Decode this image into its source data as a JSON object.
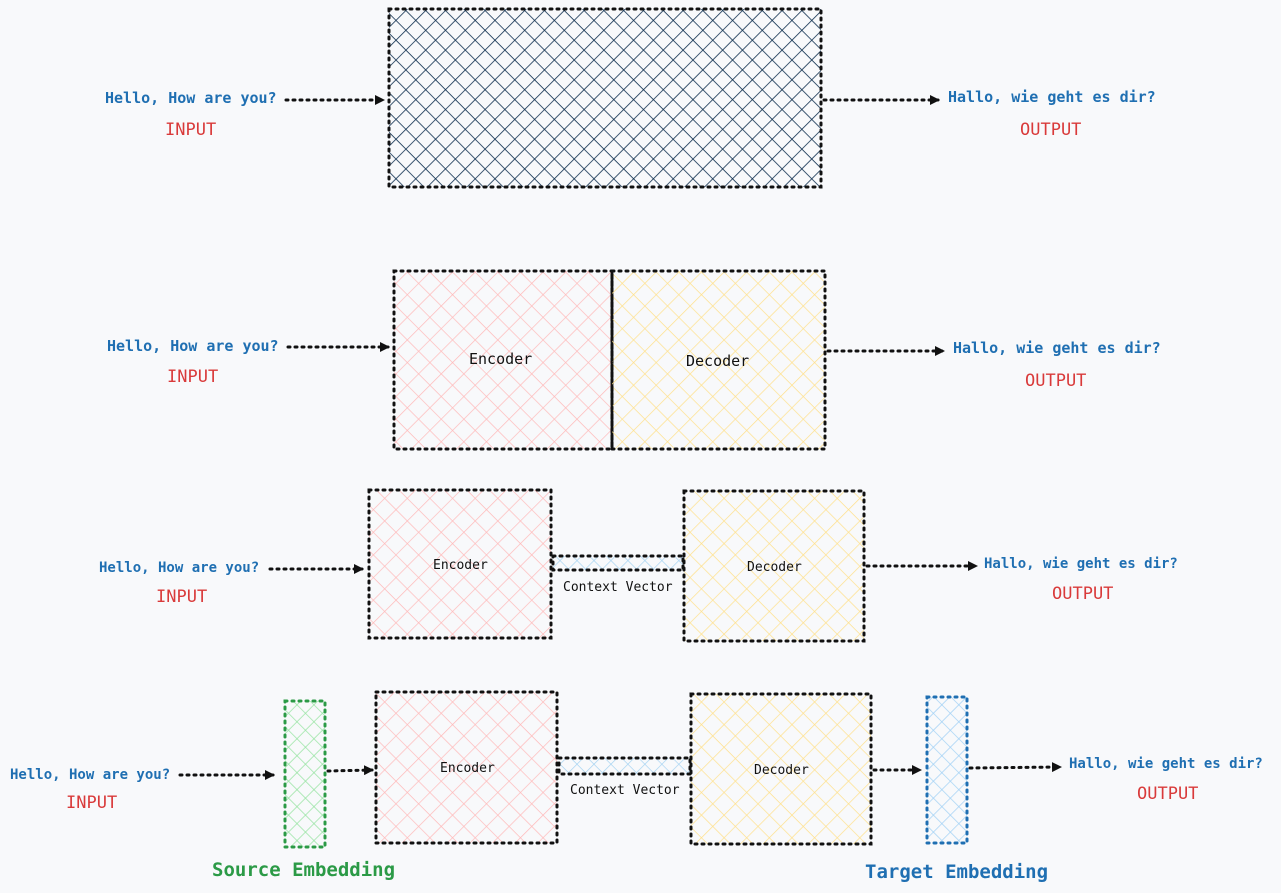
{
  "colors": {
    "text_blue": "#1f6fb2",
    "tag_red": "#d93a3a",
    "model_hatch": "#0f2f4f",
    "encoder_hatch": "#ffb3b3",
    "decoder_hatch": "#ffe28a",
    "context_hatch": "#a8d4f2",
    "source_hatch": "#8fe39a",
    "target_hatch": "#9fd0f5",
    "source_border": "#2b9a46",
    "target_border": "#1f6fb2",
    "border": "#111111"
  },
  "row1": {
    "input_text": "Hello, How are you?",
    "input_tag": "INPUT",
    "output_text": "Hallo, wie geht es dir?",
    "output_tag": "OUTPUT"
  },
  "row2": {
    "input_text": "Hello, How are you?",
    "input_tag": "INPUT",
    "encoder_label": "Encoder",
    "decoder_label": "Decoder",
    "output_text": "Hallo, wie geht es dir?",
    "output_tag": "OUTPUT"
  },
  "row3": {
    "input_text": "Hello, How are you?",
    "input_tag": "INPUT",
    "encoder_label": "Encoder",
    "context_label": "Context Vector",
    "decoder_label": "Decoder",
    "output_text": "Hallo, wie geht es dir?",
    "output_tag": "OUTPUT"
  },
  "row4": {
    "input_text": "Hello, How are you?",
    "input_tag": "INPUT",
    "source_embedding_label": "Source Embedding",
    "encoder_label": "Encoder",
    "context_label": "Context Vector",
    "decoder_label": "Decoder",
    "target_embedding_label": "Target Embedding",
    "output_text": "Hallo, wie geht es dir?",
    "output_tag": "OUTPUT"
  }
}
